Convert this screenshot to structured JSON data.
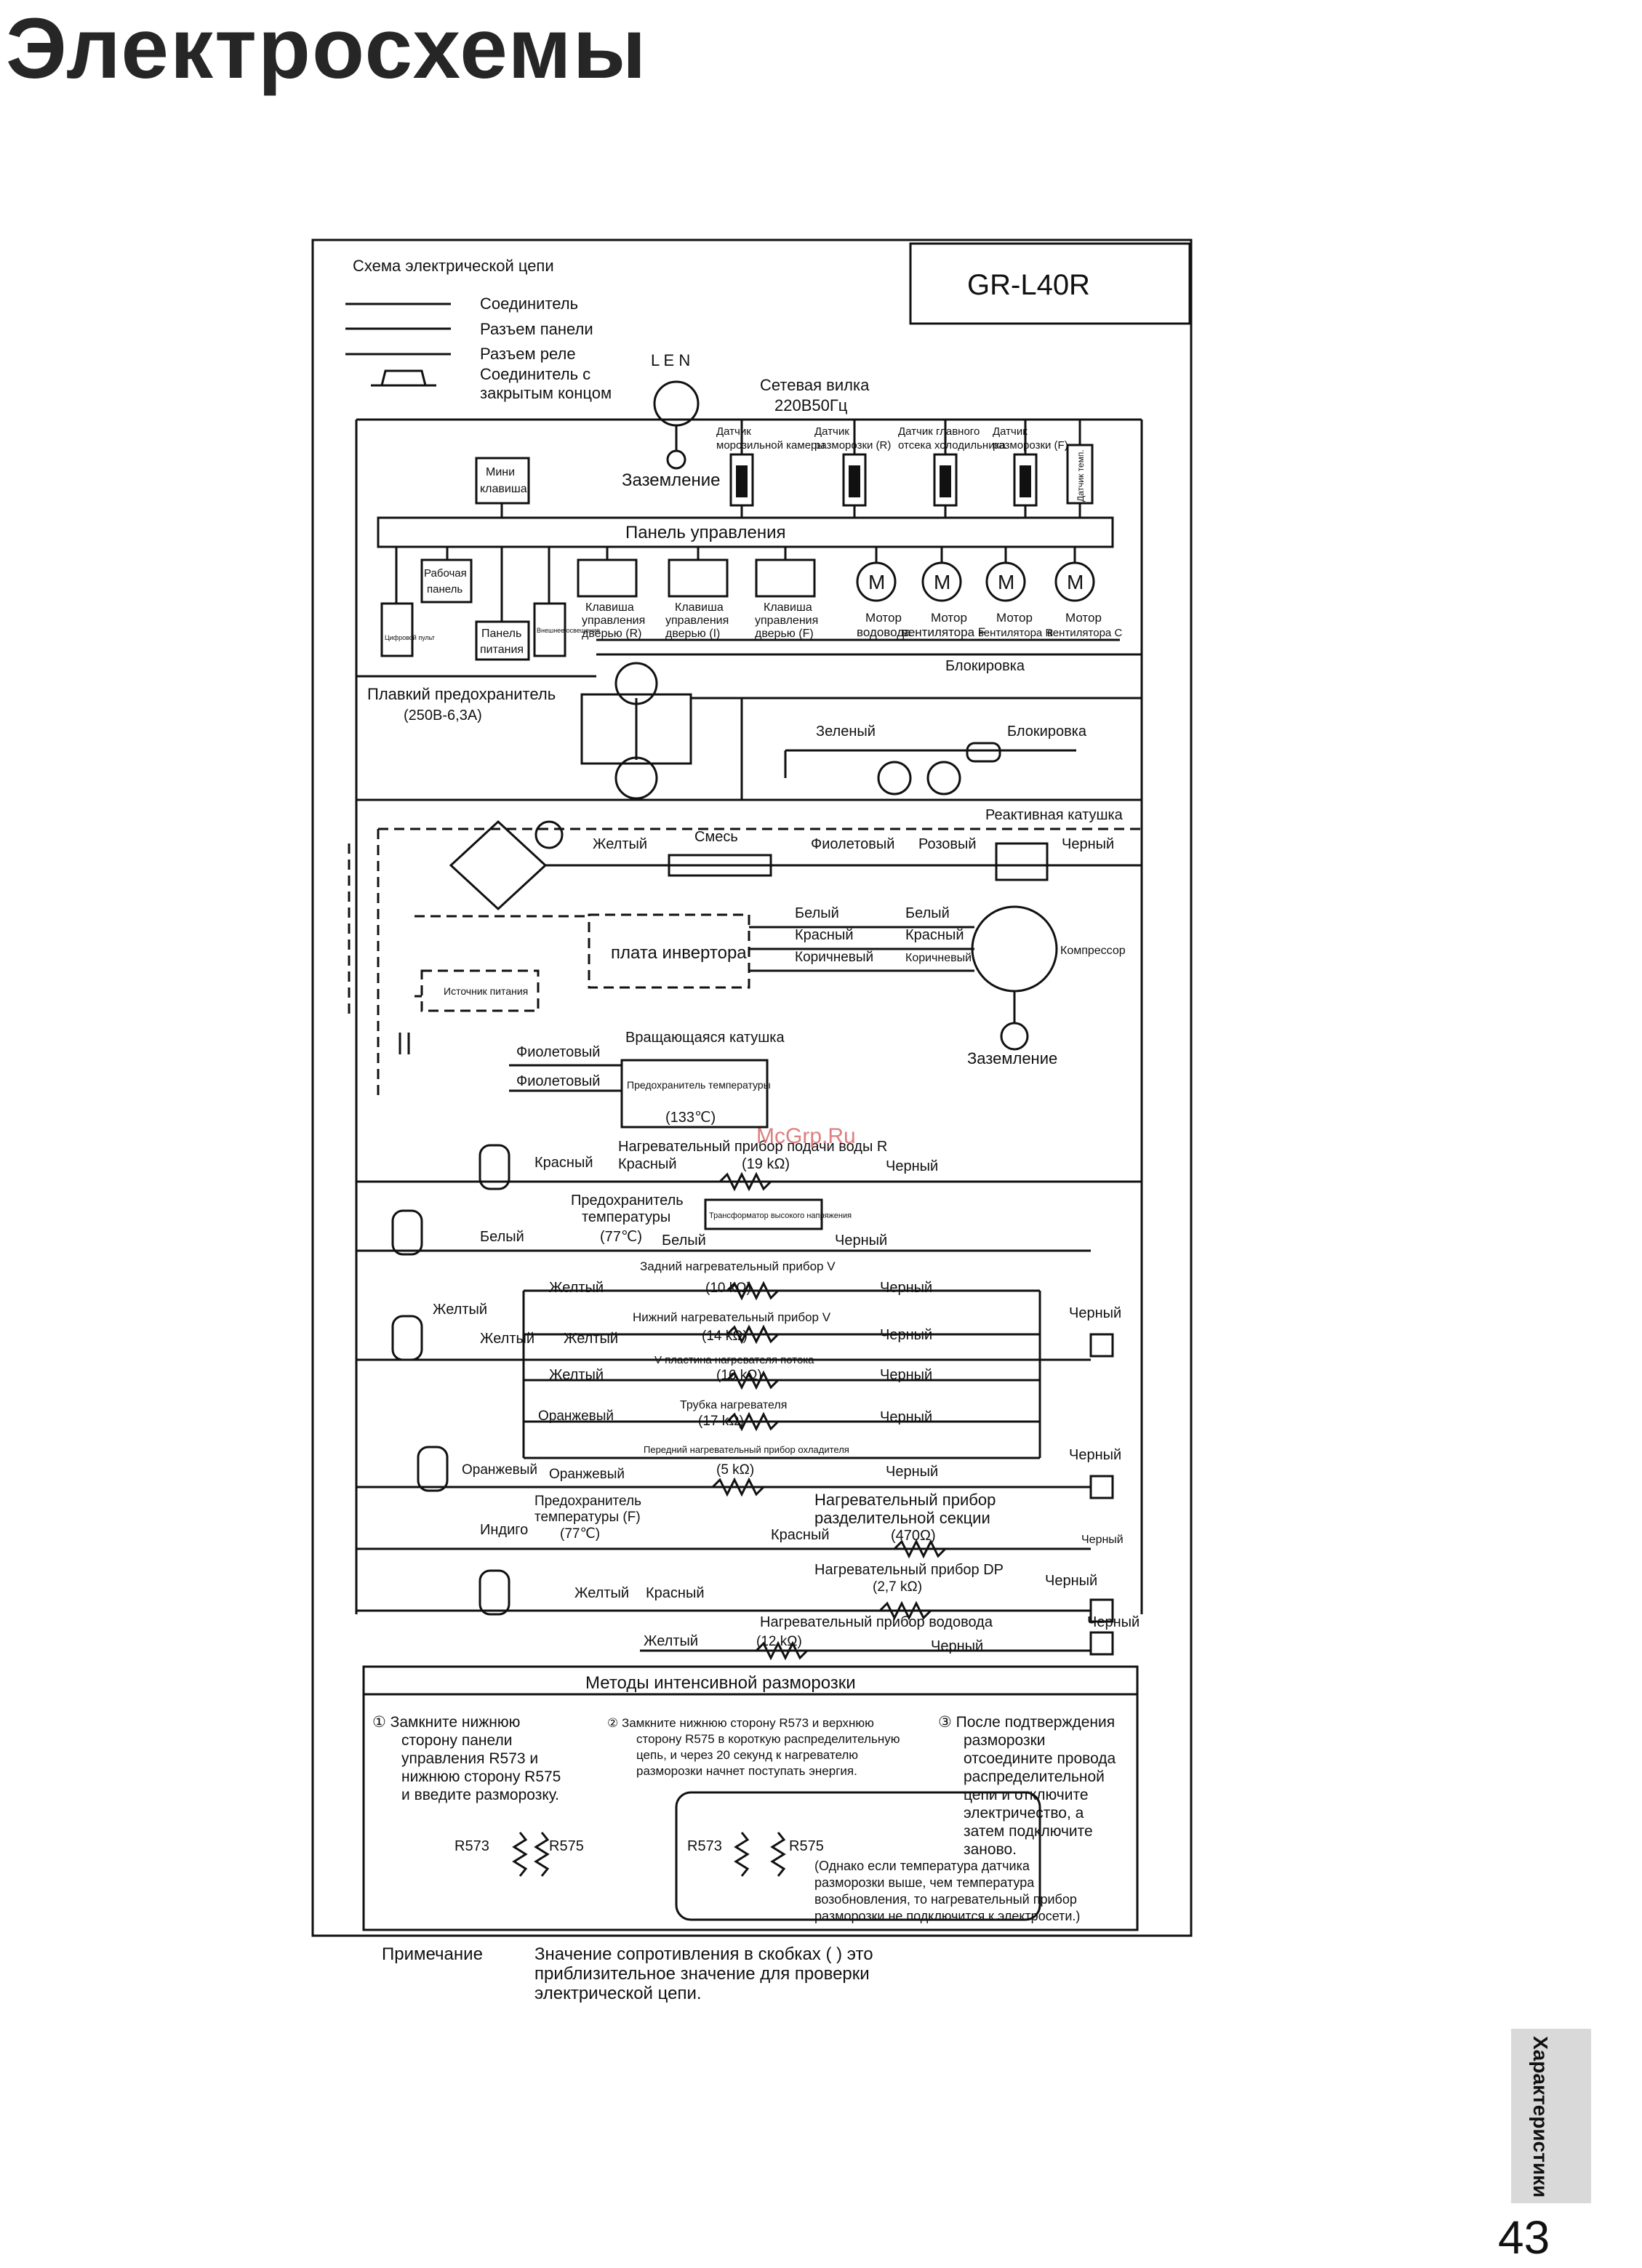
{
  "page": {
    "title": "Электросхемы",
    "number": "43",
    "side_tab": "Характеристики"
  },
  "watermark": "McGrp.Ru",
  "diagram": {
    "header_left": "Схема электрической цепи",
    "model": "GR-L40R",
    "legend": {
      "connector": "Соединитель",
      "panel_connector": "Разъем панели",
      "relay_connector": "Разъем реле",
      "closed_end_1": "Соединитель с",
      "closed_end_2": "закрытым концом"
    },
    "plug": {
      "letters": "L  E  N",
      "label": "Сетевая вилка",
      "rating": "220B50Гц"
    },
    "ground_top": "Заземление",
    "sensors": {
      "s1a": "Датчик",
      "s1b": "морозильной камеры",
      "s2a": "Датчик",
      "s2b": "разморозки (R)",
      "s3a": "Датчик главного",
      "s3b": "отсека холодильника",
      "s4a": "Датчик",
      "s4b": "разморозки (F)",
      "s5": "Датчик темп."
    },
    "mini_switch_1": "Мини",
    "mini_switch_2": "клавиша",
    "control_panel": "Панель управления",
    "work_panel_1": "Рабочая",
    "work_panel_2": "панель",
    "power_panel_1": "Панель",
    "power_panel_2": "питания",
    "small1": "Цифровой пульт",
    "small2": "Внешнее освещение",
    "door_r": [
      "Клавиша",
      "управления",
      "дверью (R)"
    ],
    "door_i": [
      "Клавиша",
      "управления",
      "дверью (I)"
    ],
    "door_f": [
      "Клавиша",
      "управления",
      "дверью (F)"
    ],
    "motor_symbol": "M",
    "motor1": [
      "Мотор",
      "водовода"
    ],
    "motor2": [
      "Мотор",
      "вентилятора F"
    ],
    "motor3": [
      "Мотор",
      "вентилятора R"
    ],
    "motor4": [
      "Мотор",
      "вентилятора C"
    ],
    "lock": "Блокировка",
    "fuse": "Плавкий предохранитель",
    "fuse_rating": "(250B-6,3A)",
    "green": "Зеленый",
    "lock2": "Блокировка",
    "reactor": "Реактивная катушка",
    "yellow": "Желтый",
    "mix": "Смесь",
    "violet": "Фиолетовый",
    "pink": "Розовый",
    "black": "Черный",
    "white": "Белый",
    "red": "Красный",
    "brown": "Коричневый",
    "inverter": "плата инвертора",
    "compressor": "Компрессор",
    "power_source": "Источник питания",
    "ground_bottom": "Заземление",
    "rot_coil": "Вращающаяся катушка",
    "temp_fuse": "Предохранитель температуры",
    "temp_133": "(133℃)",
    "h1": "Нагревательный прибор подачи воды R",
    "h1v": "(19 kΩ)",
    "tf_1": "Предохранитель",
    "tf_2": "температуры",
    "tf_3": "(77℃)",
    "hv_transformer": "Трансформатор высокого напряжения",
    "h2": "Задний нагревательный прибор V",
    "h2v": "(10 kΩ)",
    "h3": "Нижний нагревательный прибор V",
    "h3v": "(14 kΩ)",
    "h4": "V пластина нагревателя потока",
    "h4v": "(16 kΩ)",
    "h5": "Трубка нагревателя",
    "h5v": "(17 kΩ)",
    "orange": "Оранжевый",
    "h6": "Передний нагревательный прибор охладителя",
    "h6v": "(5 kΩ)",
    "tff_1": "Предохранитель",
    "tff_2": "температуры (F)",
    "tff_3": "(77℃)",
    "indigo": "Индиго",
    "h7a": "Нагревательный прибор",
    "h7b": "разделительной секции",
    "h7v": "(470Ω)",
    "h8": "Нагревательный прибор DP",
    "h8v": "(2,7 kΩ)",
    "h9": "Нагревательный прибор водовода",
    "h9v": "(12 kΩ)",
    "defrost_title": "Методы интенсивной разморозки",
    "step1": [
      "① Замкните нижнюю",
      "сторону панели",
      "управления R573 и",
      "нижнюю сторону R575",
      "и введите разморозку."
    ],
    "step2": [
      "② Замкните нижнюю сторону R573 и верхнюю",
      "сторону R575 в короткую распределительную",
      "цепь, и через 20 секунд к нагревателю",
      "разморозки начнет поступать энергия."
    ],
    "step3": [
      "③ После подтверждения",
      "разморозки",
      "отсоедините провода",
      "распределительной",
      "цепи и отключите",
      "электричество, а",
      "затем подключите",
      "заново."
    ],
    "r573": "R573",
    "r575": "R575",
    "step2_note": [
      "(Однако если температура датчика",
      "разморозки выше, чем температура",
      "возобновления, то нагревательный прибор",
      "разморозки не подключится к электросети.)"
    ]
  },
  "note": {
    "label": "Примечание",
    "lines": [
      "Значение сопротивления в скобках (       ) это",
      "приблизительное значение для проверки",
      "электрической цепи."
    ]
  }
}
